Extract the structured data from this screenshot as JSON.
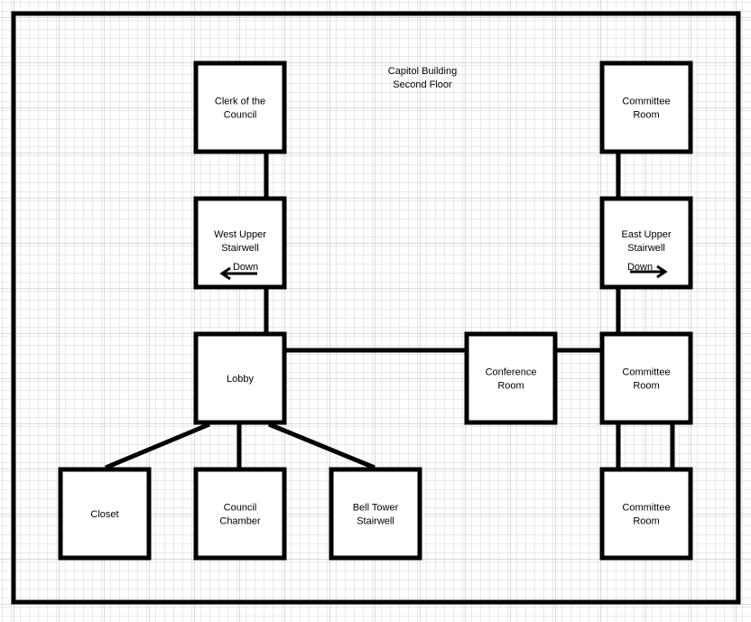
{
  "title": {
    "line1": "Capitol Building",
    "line2": "Second Floor"
  },
  "rooms": [
    {
      "id": "clerk",
      "lines": [
        "Clerk of the",
        "Council"
      ]
    },
    {
      "id": "west-stair",
      "lines": [
        "West Upper",
        "Stairwell"
      ],
      "note": "Down"
    },
    {
      "id": "lobby",
      "lines": [
        "Lobby"
      ]
    },
    {
      "id": "closet",
      "lines": [
        "Closet"
      ]
    },
    {
      "id": "council-chamber",
      "lines": [
        "Council",
        "Chamber"
      ]
    },
    {
      "id": "bell-tower",
      "lines": [
        "Bell Tower",
        "Stairwell"
      ]
    },
    {
      "id": "conference",
      "lines": [
        "Conference",
        "Room"
      ]
    },
    {
      "id": "committee-1",
      "lines": [
        "Committee",
        "Room"
      ]
    },
    {
      "id": "east-stair",
      "lines": [
        "East Upper",
        "Stairwell"
      ],
      "note": "Down"
    },
    {
      "id": "committee-2",
      "lines": [
        "Committee",
        "Room"
      ]
    },
    {
      "id": "committee-3",
      "lines": [
        "Committee",
        "Room"
      ]
    }
  ]
}
